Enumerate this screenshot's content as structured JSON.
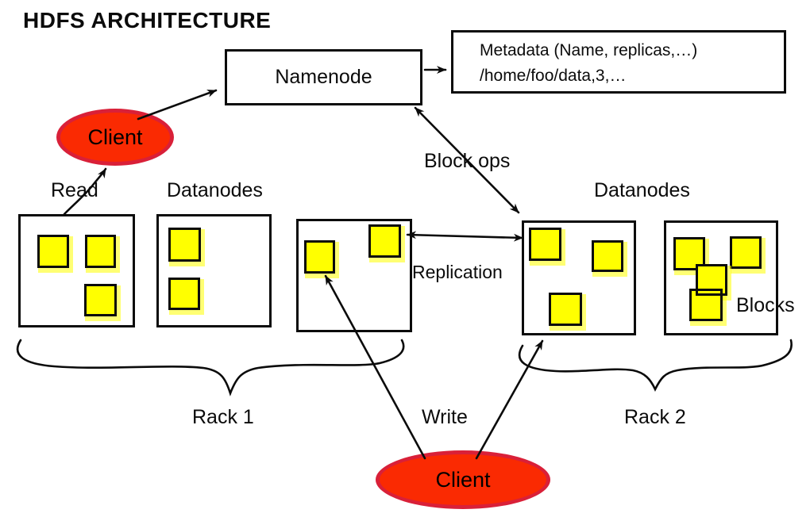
{
  "title": "HDFS ARCHITECTURE",
  "namenode": {
    "label": "Namenode"
  },
  "metadata": {
    "line1": "Metadata (Name, replicas,…)",
    "line2": "/home/foo/data,3,…"
  },
  "clients": {
    "top": "Client",
    "bottom": "Client"
  },
  "labels": {
    "read": "Read",
    "write": "Write",
    "block_ops": "Block ops",
    "replication": "Replication",
    "blocks": "Blocks",
    "datanodes_left": "Datanodes",
    "datanodes_right": "Datanodes",
    "rack1": "Rack 1",
    "rack2": "Rack 2"
  },
  "racks": [
    {
      "name": "Rack 1",
      "datanodes": [
        {
          "blocks": 3
        },
        {
          "blocks": 2
        },
        {
          "blocks": 2
        }
      ]
    },
    {
      "name": "Rack 2",
      "datanodes": [
        {
          "blocks": 3
        },
        {
          "blocks": 4
        }
      ]
    }
  ],
  "edges": [
    {
      "from": "client-top",
      "to": "namenode"
    },
    {
      "from": "namenode",
      "to": "metadata-box"
    },
    {
      "from": "namenode",
      "to": "rack2-datanode-1",
      "label": "Block ops",
      "bidirectional": true
    },
    {
      "from": "rack1-datanode-3",
      "to": "rack2-datanode-1",
      "label": "Replication",
      "bidirectional": true
    },
    {
      "from": "rack1-datanode-1",
      "to": "client-top",
      "label": "Read"
    },
    {
      "from": "client-bottom",
      "to": "rack1-datanode-3",
      "label": "Write"
    },
    {
      "from": "client-bottom",
      "to": "rack2-datanode-1",
      "label": "Write"
    }
  ],
  "colors": {
    "client_fill": "#fa2a02",
    "client_border": "#d92038",
    "block_fill": "#ffff00",
    "line": "#0b0b0b"
  }
}
